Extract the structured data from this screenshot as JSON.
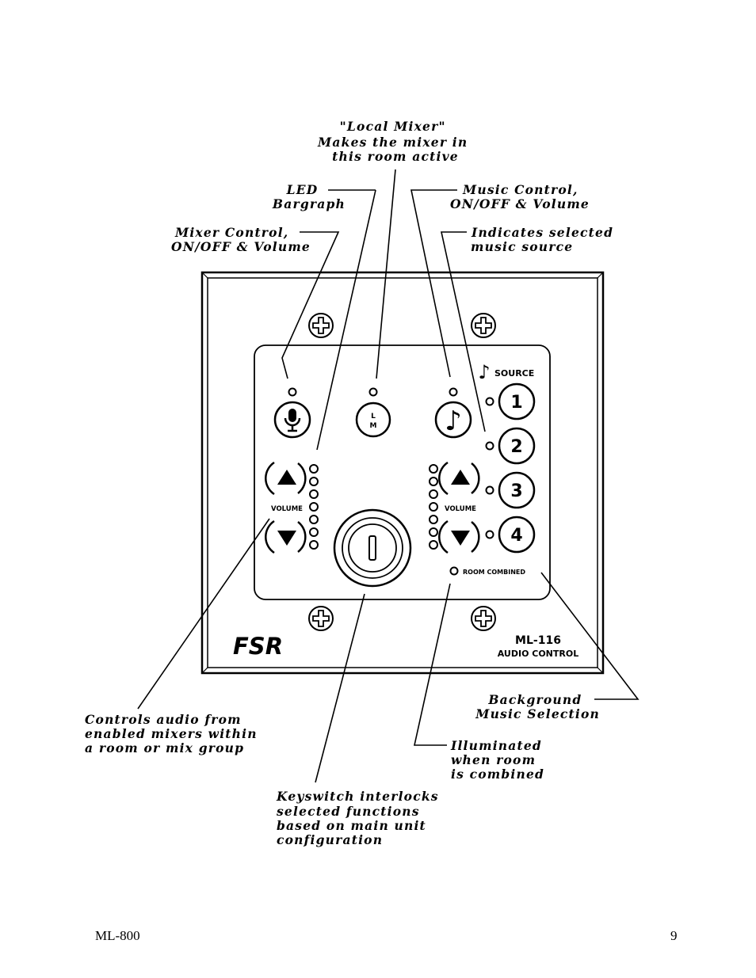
{
  "callouts": {
    "local_mixer": [
      "\"Local Mixer\"",
      "Makes the mixer in",
      "this room active"
    ],
    "led_bargraph": [
      "LED",
      "Bargraph"
    ],
    "music_control": [
      "Music Control,",
      "ON/OFF & Volume"
    ],
    "mixer_control": [
      "Mixer Control,",
      "ON/OFF & Volume"
    ],
    "music_source": [
      "Indicates selected",
      "music source"
    ],
    "controls_audio": [
      "Controls audio from",
      "enabled mixers within",
      "a room or mix group"
    ],
    "background_music": [
      "Background",
      "Music Selection"
    ],
    "illuminated": [
      "Illuminated",
      "when room",
      "is combined"
    ],
    "keyswitch": [
      "Keyswitch interlocks",
      "selected functions",
      "based on main unit",
      "configuration"
    ]
  },
  "panel": {
    "brand": "FSR",
    "model": "ML-116",
    "subtitle": "AUDIO CONTROL",
    "source_label": "SOURCE",
    "volume_label_left": "VOLUME",
    "volume_label_right": "VOLUME",
    "room_combined": "ROOM COMBINED",
    "lm_top": "L",
    "lm_bottom": "M",
    "source_buttons": [
      "1",
      "2",
      "3",
      "4"
    ]
  },
  "footer": {
    "doc": "ML-800",
    "page": "9"
  }
}
